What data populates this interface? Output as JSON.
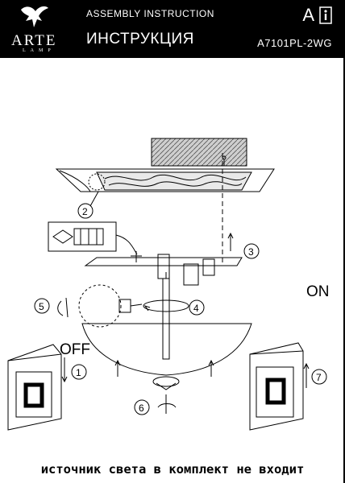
{
  "header": {
    "brand": "ARTE",
    "brand_sub": "LAMP",
    "title_en": "ASSEMBLY INSTRUCTION",
    "title_ru": "ИНСТРУКЦИЯ",
    "model": "A7101PL-2WG",
    "letter": "A",
    "icons": [
      "bird-logo-icon",
      "info-icon"
    ]
  },
  "diagram": {
    "steps": [
      "1",
      "2",
      "3",
      "4",
      "5",
      "6",
      "7"
    ],
    "switch_on": "ON",
    "switch_off": "OFF"
  },
  "footer": {
    "note": "источник света в комплект не входит"
  },
  "colors": {
    "ink": "#000000",
    "paper": "#ffffff"
  }
}
